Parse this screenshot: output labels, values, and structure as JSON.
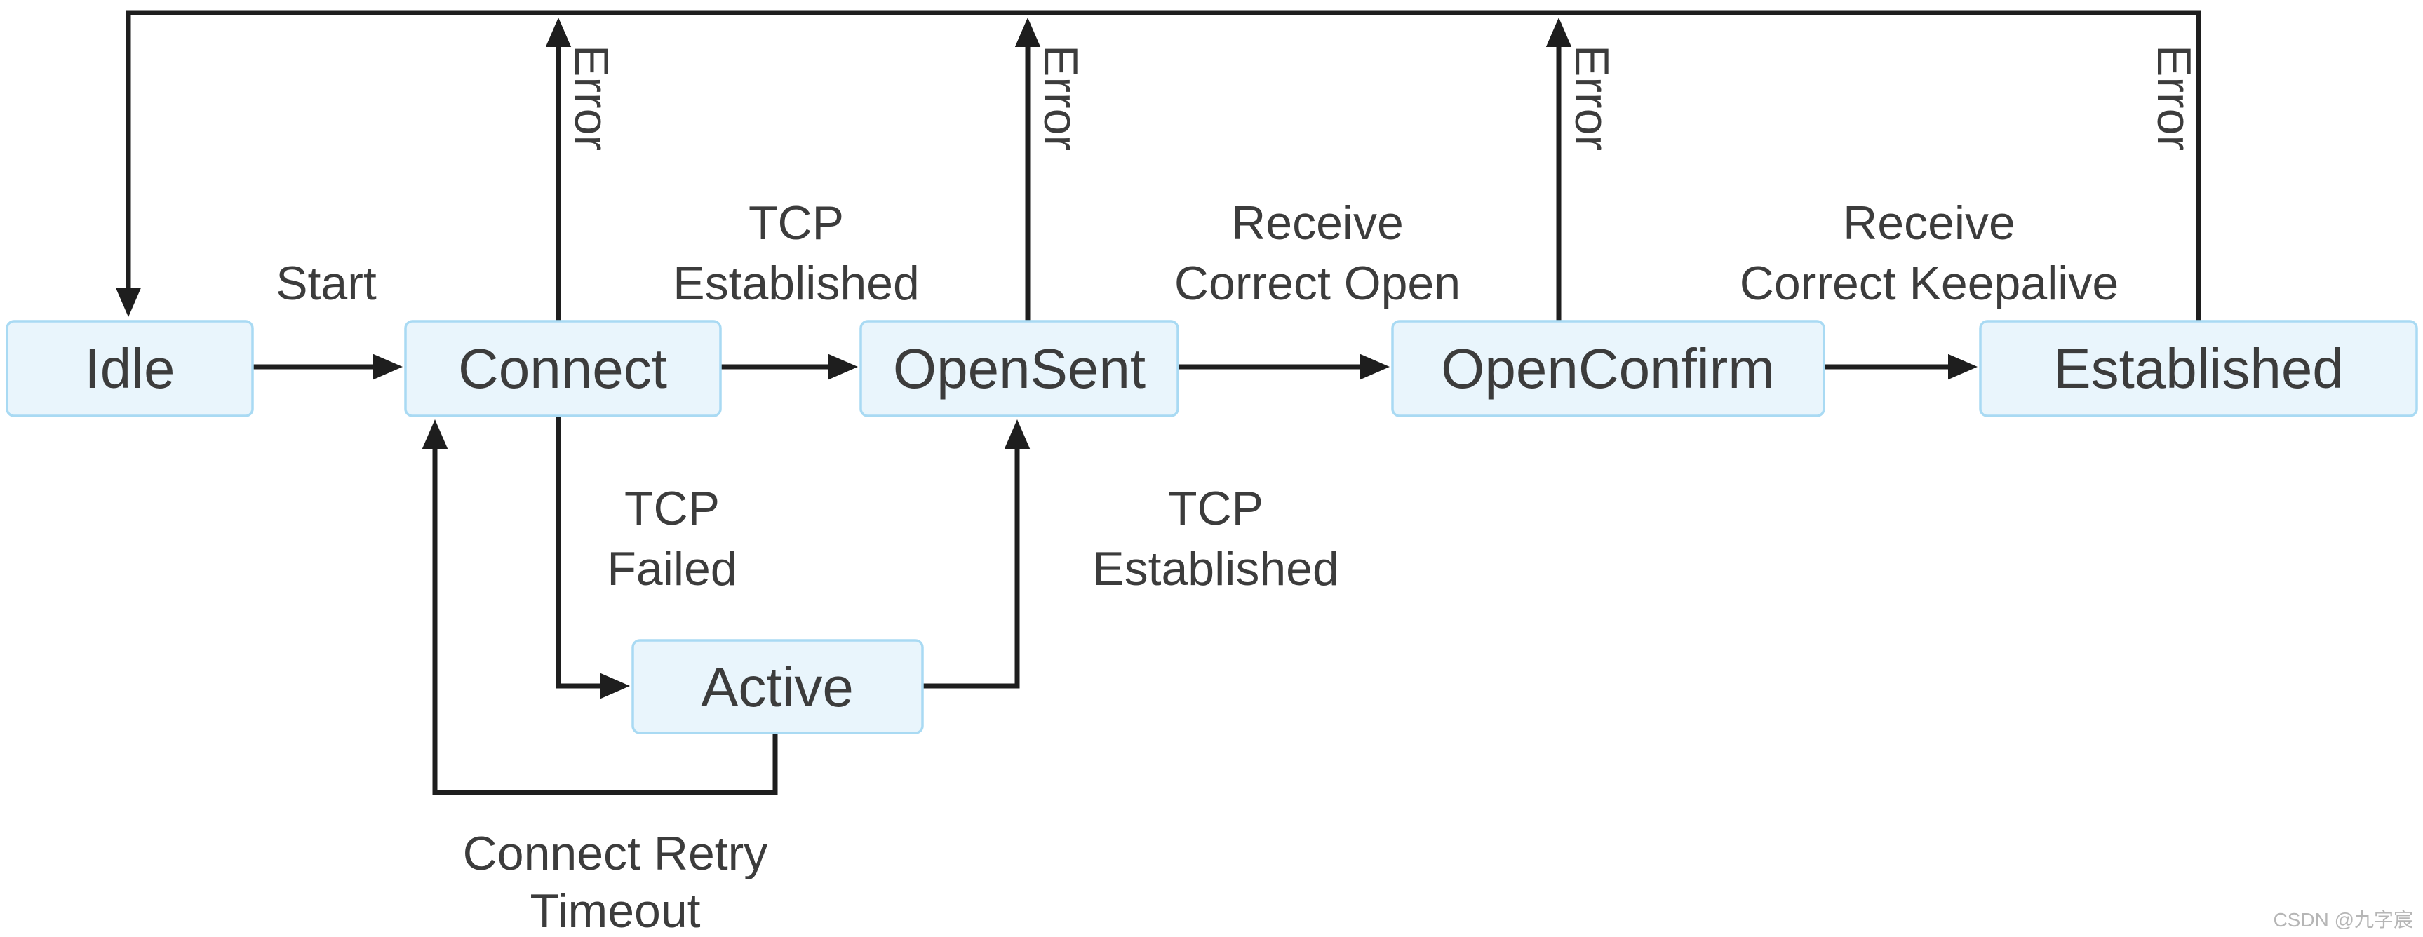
{
  "states": [
    {
      "id": "idle",
      "label": "Idle"
    },
    {
      "id": "connect",
      "label": "Connect"
    },
    {
      "id": "opensent",
      "label": "OpenSent"
    },
    {
      "id": "openconfirm",
      "label": "OpenConfirm"
    },
    {
      "id": "established",
      "label": "Established"
    },
    {
      "id": "active",
      "label": "Active"
    }
  ],
  "transitions": {
    "start": {
      "label": "Start"
    },
    "tcp_established_upper": {
      "line1": "TCP",
      "line2": "Established"
    },
    "receive_correct_open": {
      "line1": "Receive",
      "line2": "Correct Open"
    },
    "receive_correct_keepalive": {
      "line1": "Receive",
      "line2": "Correct Keepalive"
    },
    "tcp_failed": {
      "line1": "TCP",
      "line2": "Failed"
    },
    "tcp_established_lower": {
      "line1": "TCP",
      "line2": "Established"
    },
    "connect_retry_timeout": {
      "line1": "Connect Retry",
      "line2": "Timeout"
    },
    "error_from_connect": {
      "label": "Error"
    },
    "error_from_opensent": {
      "label": "Error"
    },
    "error_from_openconfirm": {
      "label": "Error"
    },
    "error_from_established": {
      "label": "Error"
    }
  },
  "watermark": {
    "label": "CSDN @九字宸"
  },
  "colors": {
    "box_fill": "#e9f5fc",
    "box_border": "#a9daf3",
    "line": "#1e1e1e",
    "text": "#3c3c3c",
    "watermark": "#b6b6b6",
    "background": "#ffffff"
  }
}
